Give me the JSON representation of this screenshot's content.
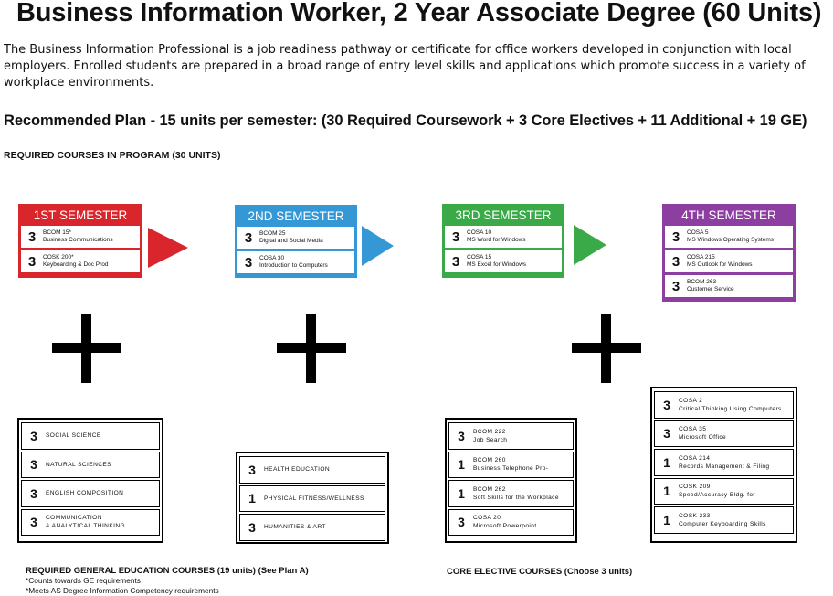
{
  "title": "Business Information Worker, 2 Year Associate Degree (60 Units)",
  "intro": "The Business Information Professional is a job readiness pathway or certificate for office workers developed in conjunction with local employers. Enrolled students are prepared in a broad range of entry level skills and applications which promote success in a variety of workplace environments.",
  "plan": "Recommended Plan - 15 units per semester: (30 Required Coursework + 3 Core Electives + 11 Additional + 19 GE)",
  "required_heading": "REQUIRED COURSES IN PROGRAM (30 UNITS)",
  "colors": {
    "sem1": "#d9262c",
    "sem2": "#3598d6",
    "sem3": "#3aaa48",
    "sem4": "#8c3fa0"
  },
  "semesters": [
    {
      "title": "1ST SEMESTER",
      "courses": [
        {
          "units": "3",
          "code": "BCOM 15*",
          "name": "Business Communications"
        },
        {
          "units": "3",
          "code": "COSK 200*",
          "name": "Keyboarding & Doc Prod"
        }
      ]
    },
    {
      "title": "2ND SEMESTER",
      "courses": [
        {
          "units": "3",
          "code": "BCOM 25",
          "name": "Digital and Social Media"
        },
        {
          "units": "3",
          "code": "COSA 30",
          "name": "Introduction to Computers"
        }
      ]
    },
    {
      "title": "3RD SEMESTER",
      "courses": [
        {
          "units": "3",
          "code": "COSA 10",
          "name": "MS Word for Windows"
        },
        {
          "units": "3",
          "code": "COSA 15",
          "name": "MS Excel for Windows"
        }
      ]
    },
    {
      "title": "4TH SEMESTER",
      "courses": [
        {
          "units": "3",
          "code": "COSA 5",
          "name": "MS Windows Operating Systems"
        },
        {
          "units": "3",
          "code": "COSA 215",
          "name": "MS Outlook for Windows"
        },
        {
          "units": "3",
          "code": "BCOM 263",
          "name": "Customer Service"
        }
      ]
    }
  ],
  "ge_box1": [
    {
      "units": "3",
      "label": "SOCIAL SCIENCE"
    },
    {
      "units": "3",
      "label": "NATURAL SCIENCES"
    },
    {
      "units": "3",
      "label": "ENGLISH COMPOSITION"
    },
    {
      "units": "3",
      "label": "COMMUNICATION",
      "label2": "& ANALYTICAL THINKING"
    }
  ],
  "ge_box2": [
    {
      "units": "3",
      "label": "HEALTH EDUCATION"
    },
    {
      "units": "1",
      "label": "PHYSICAL FITNESS/WELLNESS"
    },
    {
      "units": "3",
      "label": "HUMANITIES & ART"
    }
  ],
  "elective_box1": [
    {
      "units": "3",
      "code": "BCOM 222",
      "name": "Job Search"
    },
    {
      "units": "1",
      "code": "BCOM 260",
      "name": "Business Telephone Pro-"
    },
    {
      "units": "1",
      "code": "BCOM 262",
      "name": "Soft Skills for the Workplace"
    },
    {
      "units": "3",
      "code": "COSA 20",
      "name": "Microsoft Powerpoint"
    }
  ],
  "elective_box2": [
    {
      "units": "3",
      "code": "COSA 2",
      "name": "Critical Thinking Using Computers"
    },
    {
      "units": "3",
      "code": "COSA 35",
      "name": "Microsoft Office"
    },
    {
      "units": "1",
      "code": "COSA 214",
      "name": "Records Management & Filing"
    },
    {
      "units": "1",
      "code": "COSK 209",
      "name": "Speed/Accuracy Bldg. for"
    },
    {
      "units": "1",
      "code": "COSK 233",
      "name": "Computer Keyboarding Skills"
    }
  ],
  "ge_footer": "REQUIRED GENERAL EDUCATION COURSES (19 units) (See Plan A)",
  "note1": "*Counts towards GE requirements",
  "note2": "*Meets AS Degree Information Competency requirements",
  "elective_footer": "CORE ELECTIVE COURSES (Choose 3 units)"
}
